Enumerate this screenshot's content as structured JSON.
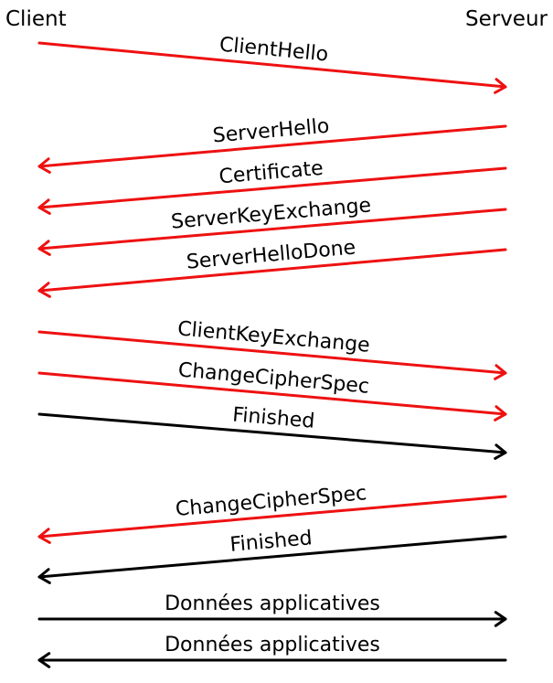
{
  "client_label": "Client",
  "server_label": "Serveur",
  "colors": {
    "handshake": "#ee1111",
    "encrypted": "#000000"
  },
  "messages": [
    {
      "label": "ClientHello",
      "direction": "client-to-server",
      "color": "handshake"
    },
    {
      "label": "ServerHello",
      "direction": "server-to-client",
      "color": "handshake"
    },
    {
      "label": "Certificate",
      "direction": "server-to-client",
      "color": "handshake"
    },
    {
      "label": "ServerKeyExchange",
      "direction": "server-to-client",
      "color": "handshake"
    },
    {
      "label": "ServerHelloDone",
      "direction": "server-to-client",
      "color": "handshake"
    },
    {
      "label": "ClientKeyExchange",
      "direction": "client-to-server",
      "color": "handshake"
    },
    {
      "label": "ChangeCipherSpec",
      "direction": "client-to-server",
      "color": "handshake"
    },
    {
      "label": "Finished",
      "direction": "client-to-server",
      "color": "encrypted"
    },
    {
      "label": "ChangeCipherSpec",
      "direction": "server-to-client",
      "color": "handshake"
    },
    {
      "label": "Finished",
      "direction": "server-to-client",
      "color": "encrypted"
    },
    {
      "label": "Données applicatives",
      "direction": "client-to-server",
      "color": "encrypted"
    },
    {
      "label": "Données applicatives",
      "direction": "server-to-client",
      "color": "encrypted"
    }
  ]
}
